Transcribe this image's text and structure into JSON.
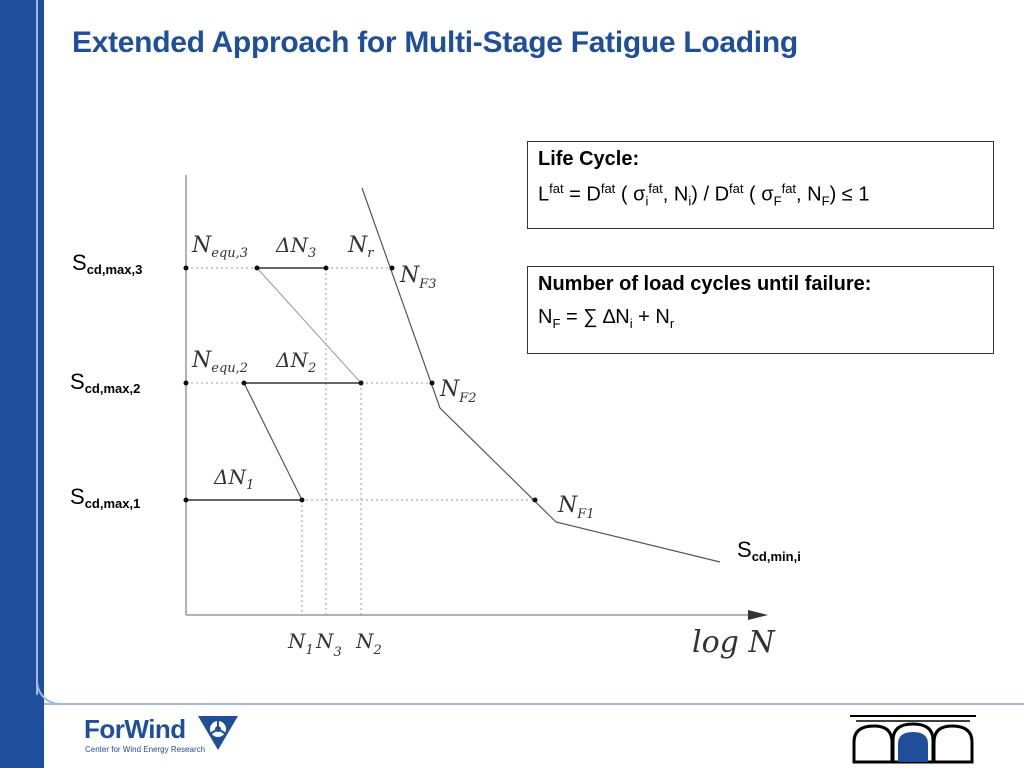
{
  "slide": {
    "title": "Extended Approach for Multi-Stage Fatigue Loading"
  },
  "diagram": {
    "axis_label_x": "log N",
    "stress_levels": [
      {
        "main": "S",
        "sub": "cd,max,3"
      },
      {
        "main": "S",
        "sub": "cd,max,2"
      },
      {
        "main": "S",
        "sub": "cd,max,1"
      },
      {
        "main": "S",
        "sub": "cd,min,i"
      }
    ],
    "points": {
      "n_equ3": "N",
      "n_equ3_sub": "equ,3",
      "dn3": "ΔN",
      "dn3_sub": "3",
      "nr": "N",
      "nr_sub": "r",
      "nf3": "N",
      "nf3_sub": "F3",
      "n_equ2": "N",
      "n_equ2_sub": "equ,2",
      "dn2": "ΔN",
      "dn2_sub": "2",
      "nf2": "N",
      "nf2_sub": "F2",
      "dn1": "ΔN",
      "dn1_sub": "1",
      "nf1": "N",
      "nf1_sub": "F1"
    },
    "x_ticks": [
      {
        "main": "N",
        "sub": "1"
      },
      {
        "main": "N",
        "sub": "3"
      },
      {
        "main": "N",
        "sub": "2"
      }
    ]
  },
  "life_cycle_box": {
    "heading": "Life Cycle:",
    "L": "L",
    "fat1": "fat",
    "eqD": " = D",
    "fat2": "fat",
    "open1": " ( σ",
    "sub_i": "i",
    "fat3": "fat",
    "comma1": ", N",
    "sub_i2": "i",
    "mid": ")  / D",
    "fat4": "fat",
    "open2": " ( σ",
    "sub_F": "F",
    "fat5": "fat",
    "comma2": ", N",
    "sub_F2": "F",
    "end": ") ≤ 1"
  },
  "cycles_box": {
    "heading": "Number of load cycles until failure:",
    "N": "N",
    "sub_F": "F",
    "eq": " = ∑  ∆N",
    "sub_i": "i",
    "plus": " +  N",
    "sub_r": "r"
  },
  "footer": {
    "logo_text": "ForWind",
    "logo_sub": "Center for Wind Energy Research"
  },
  "colors": {
    "brand_blue": "#1f4e9a",
    "frame_light_blue": "#9dbbe6"
  }
}
